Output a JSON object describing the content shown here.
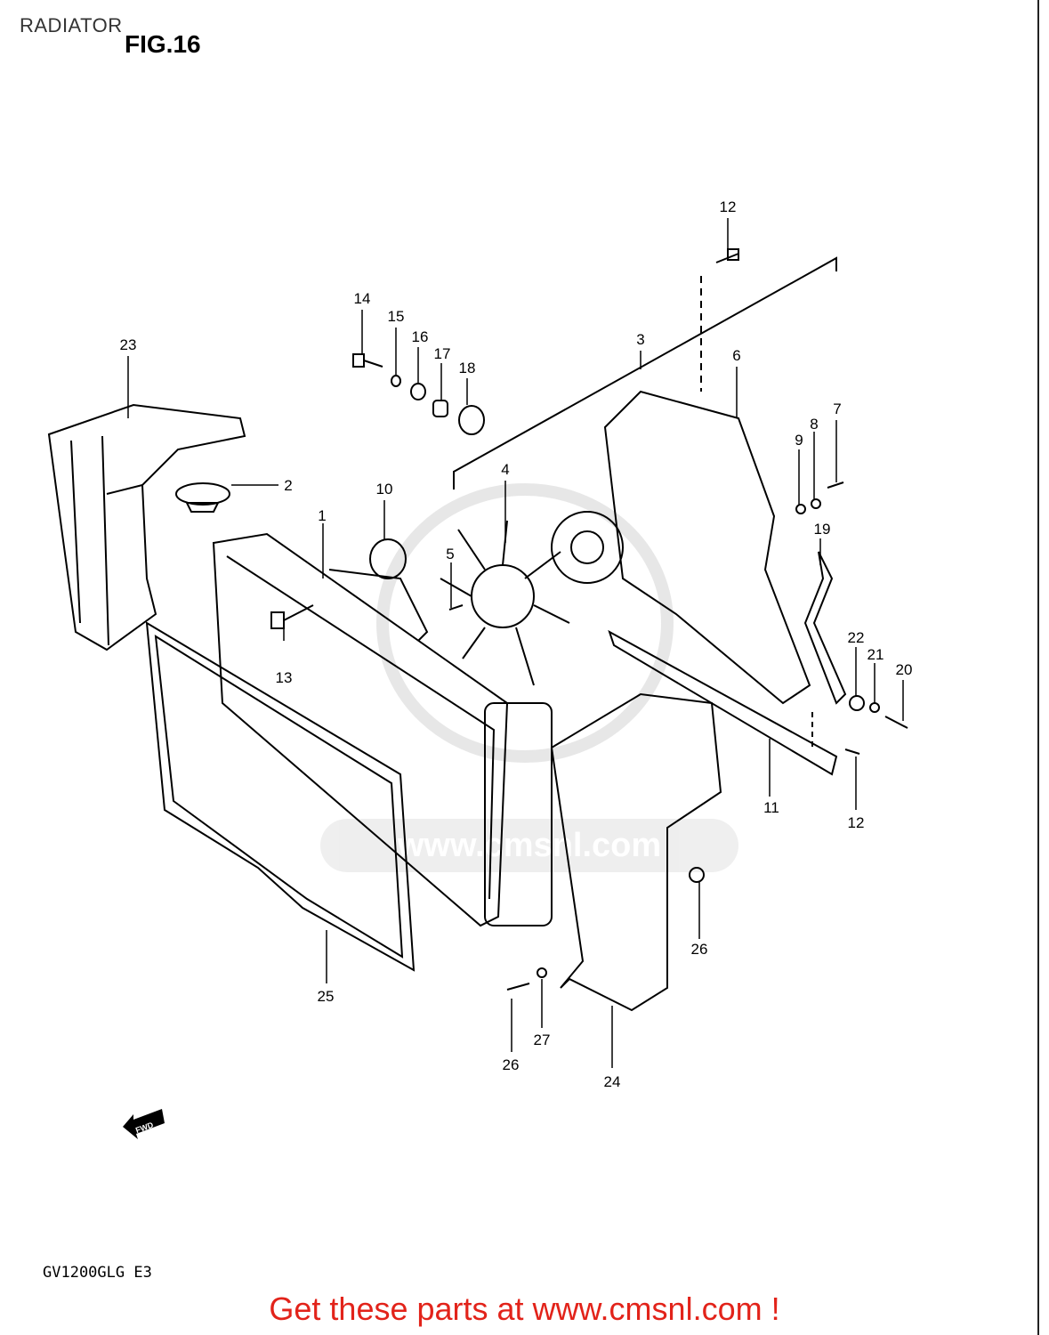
{
  "header": {
    "title": "RADIATOR",
    "figure": "FIG.16"
  },
  "footer": {
    "model": "GV1200GLG E3",
    "promo": "Get these parts at www.cmsnl.com !"
  },
  "watermark": {
    "text": "www.cmsnl.com"
  },
  "fwd_label": "FWD",
  "callouts": [
    {
      "id": "c12a",
      "label": "12"
    },
    {
      "id": "c14",
      "label": "14"
    },
    {
      "id": "c15",
      "label": "15"
    },
    {
      "id": "c16",
      "label": "16"
    },
    {
      "id": "c17",
      "label": "17"
    },
    {
      "id": "c18",
      "label": "18"
    },
    {
      "id": "c23",
      "label": "23"
    },
    {
      "id": "c3",
      "label": "3"
    },
    {
      "id": "c6",
      "label": "6"
    },
    {
      "id": "c9",
      "label": "9"
    },
    {
      "id": "c8",
      "label": "8"
    },
    {
      "id": "c7",
      "label": "7"
    },
    {
      "id": "c2",
      "label": "2"
    },
    {
      "id": "c10",
      "label": "10"
    },
    {
      "id": "c4",
      "label": "4"
    },
    {
      "id": "c1",
      "label": "1"
    },
    {
      "id": "c5",
      "label": "5"
    },
    {
      "id": "c19",
      "label": "19"
    },
    {
      "id": "c13",
      "label": "13"
    },
    {
      "id": "c22",
      "label": "22"
    },
    {
      "id": "c21",
      "label": "21"
    },
    {
      "id": "c20",
      "label": "20"
    },
    {
      "id": "c11",
      "label": "11"
    },
    {
      "id": "c12b",
      "label": "12"
    },
    {
      "id": "c26a",
      "label": "26"
    },
    {
      "id": "c25",
      "label": "25"
    },
    {
      "id": "c27",
      "label": "27"
    },
    {
      "id": "c26b",
      "label": "26"
    },
    {
      "id": "c24",
      "label": "24"
    }
  ],
  "colors": {
    "promo": "#e2231a",
    "line": "#000000",
    "watermark": "#cfcfcf"
  }
}
